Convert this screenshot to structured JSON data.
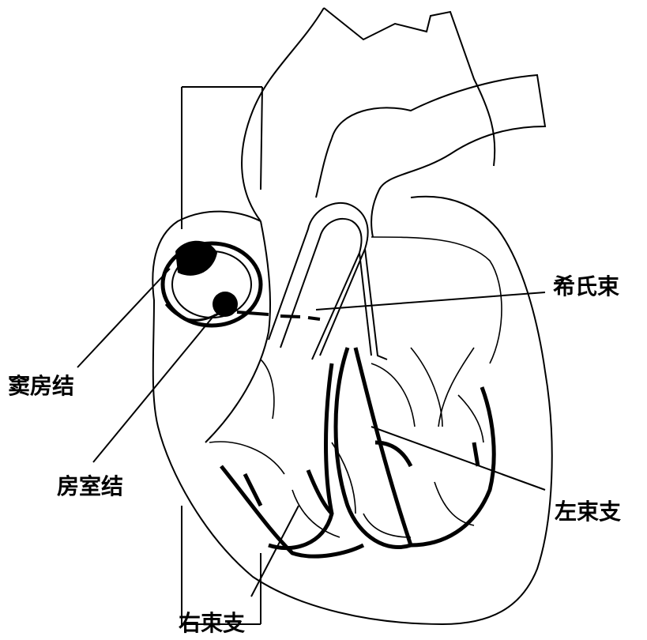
{
  "labels": {
    "his_bundle": "希氏束",
    "sa_node": "窦房结",
    "av_node": "房室结",
    "left_bundle_branch": "左束支",
    "right_bundle_branch": "右束支"
  },
  "colors": {
    "line": "#000000",
    "background": "#ffffff"
  }
}
